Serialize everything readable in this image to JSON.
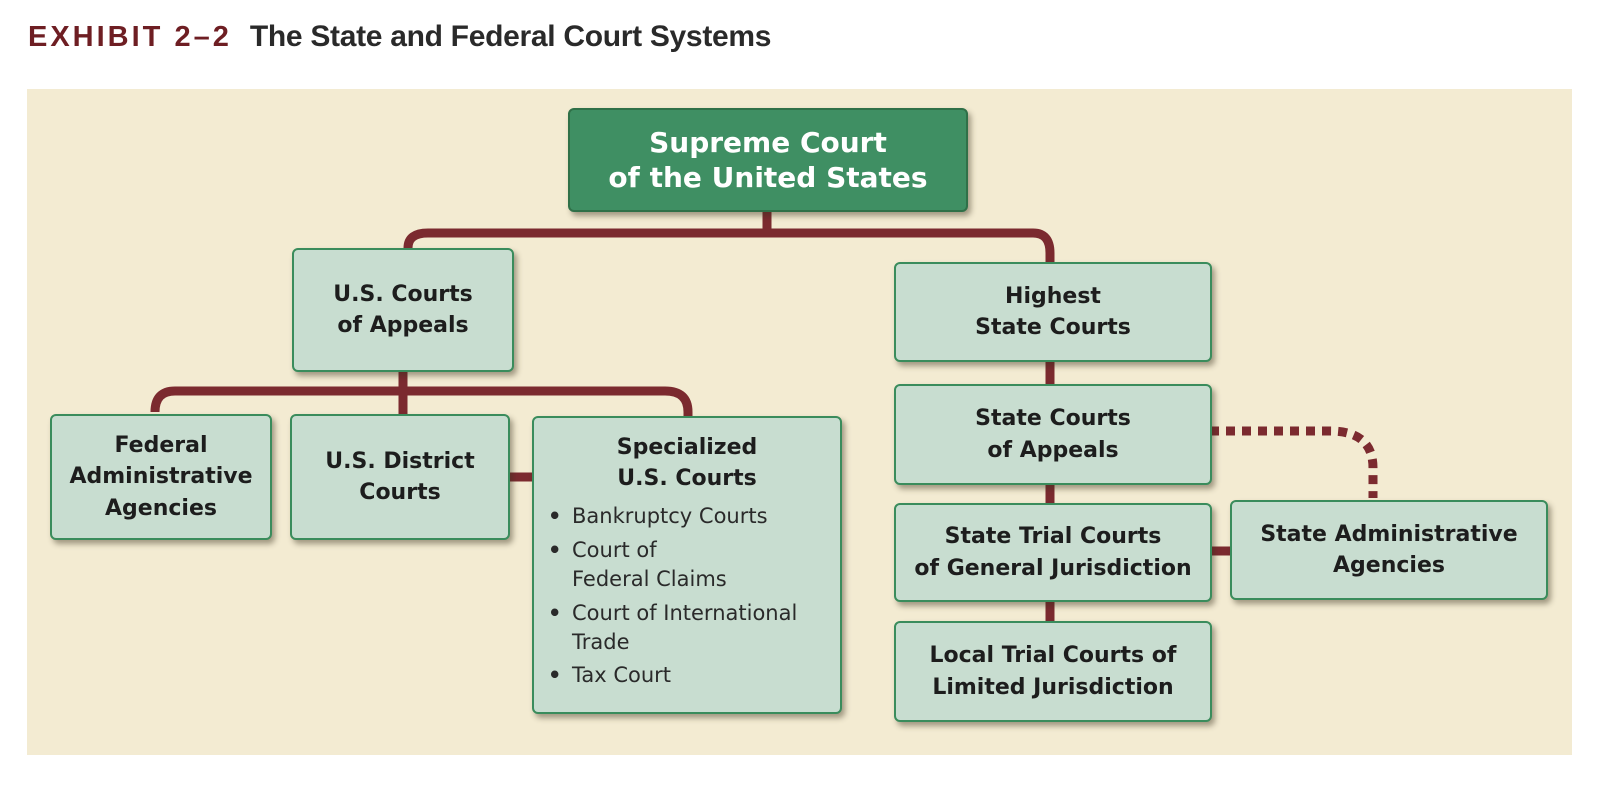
{
  "header": {
    "label": "EXHIBIT 2–2",
    "title": "The State and Federal Court Systems"
  },
  "colors": {
    "panel_background": "#f3ebd2",
    "box_fill": "#c8ddd0",
    "box_border": "#3a8c5c",
    "top_box_fill": "#3f8f63",
    "connector": "#7b2a2f",
    "header_label": "#6e1e23"
  },
  "diagram": {
    "supreme": {
      "lines": [
        "Supreme Court",
        "of the United States"
      ]
    },
    "federal": {
      "appeals": {
        "lines": [
          "U.S. Courts",
          "of Appeals"
        ]
      },
      "agencies": {
        "lines": [
          "Federal",
          "Administrative",
          "Agencies"
        ]
      },
      "district": {
        "lines": [
          "U.S. District",
          "Courts"
        ]
      },
      "specialized": {
        "lines": [
          "Specialized",
          "U.S. Courts"
        ],
        "items": [
          {
            "lines": [
              "Bankruptcy Courts"
            ]
          },
          {
            "lines": [
              "Court of",
              "Federal Claims"
            ]
          },
          {
            "lines": [
              "Court of International",
              "Trade"
            ]
          },
          {
            "lines": [
              "Tax Court"
            ]
          }
        ]
      }
    },
    "state": {
      "highest": {
        "lines": [
          "Highest",
          "State Courts"
        ]
      },
      "appeals": {
        "lines": [
          "State Courts",
          "of Appeals"
        ]
      },
      "trial_general": {
        "lines": [
          "State Trial Courts",
          "of General Jurisdiction"
        ]
      },
      "agencies": {
        "lines": [
          "State Administrative",
          "Agencies"
        ]
      },
      "local_trial": {
        "lines": [
          "Local Trial Courts of",
          "Limited Jurisdiction"
        ]
      }
    }
  }
}
